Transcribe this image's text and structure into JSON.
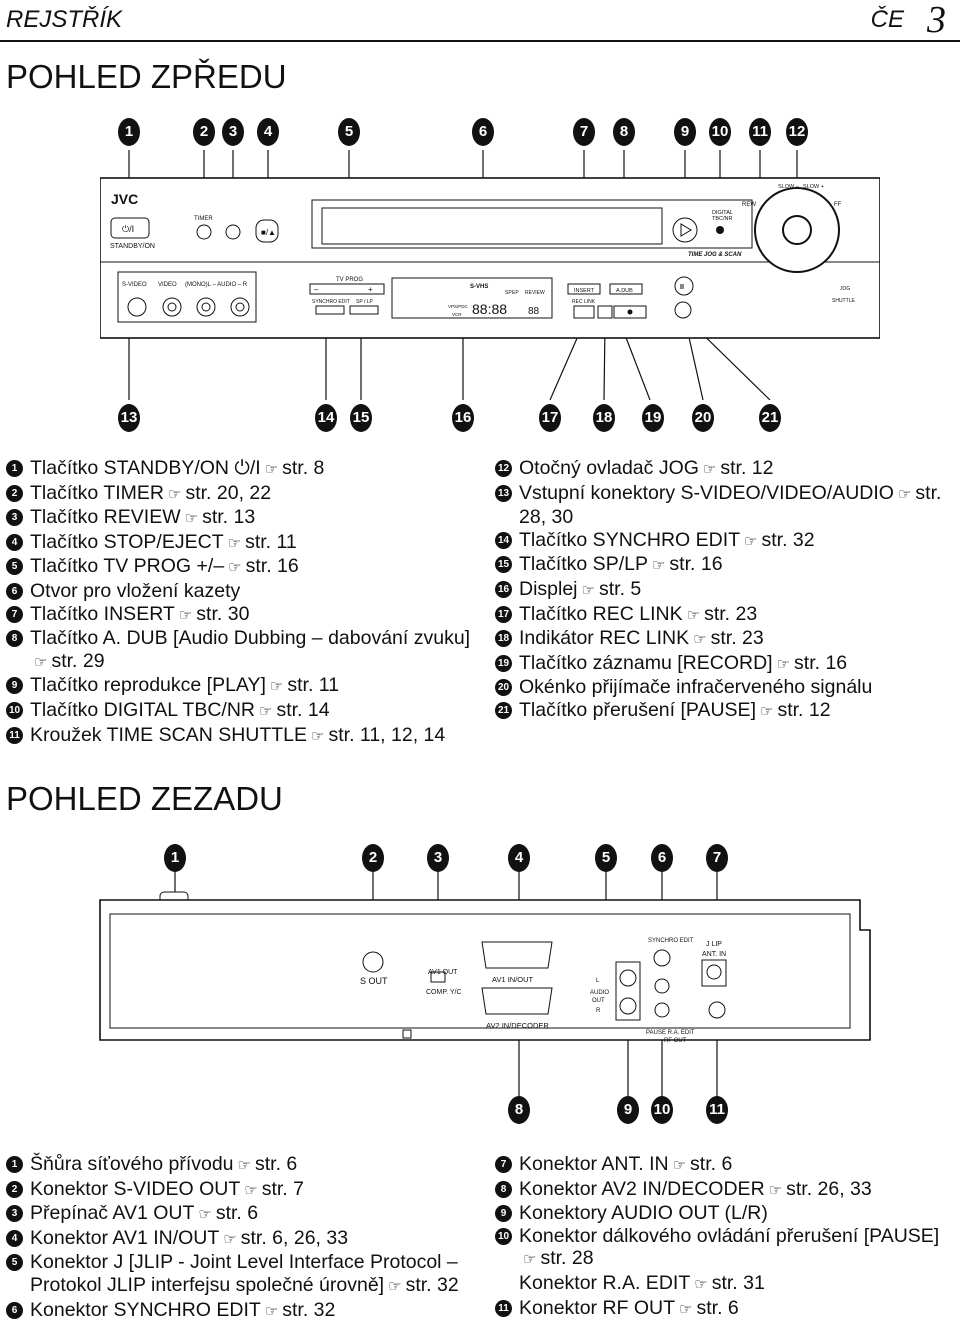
{
  "header": {
    "left": "REJSTŘÍK",
    "right": "ČE",
    "page": "3"
  },
  "front": {
    "title": "POHLED ZPŘEDU",
    "top_callouts": [
      "1",
      "2",
      "3",
      "4",
      "5",
      "6",
      "7",
      "8",
      "9",
      "10",
      "11",
      "12"
    ],
    "bottom_callouts": [
      "13",
      "14",
      "15",
      "16",
      "17",
      "18",
      "19",
      "20",
      "21"
    ],
    "panel": {
      "brand": "JVC",
      "standby_symbol": "⏻/I",
      "standby": "STANDBY/ON",
      "timer": "TIMER",
      "svideo": "S-VIDEO",
      "video": "VIDEO",
      "audio": "(MONO)L – AUDIO – R",
      "tvprog": "TV PROG",
      "minus": "–",
      "plus": "+",
      "synchro": "SYNCHRO EDIT",
      "splp": "SP / LP",
      "insert": "INSERT",
      "adub": "A.DUB",
      "reclink": "REC LINK",
      "digital1": "DIGITAL",
      "digital2": "TBC/NR",
      "rew": "REW",
      "slow_minus": "SLOW –",
      "slow_plus": "SLOW +",
      "ff": "FF",
      "timejog": "TIME JOG & SCAN",
      "jog": "JOG",
      "shuttle": "SHUTTLE",
      "svhs": "S-VHS",
      "sp": "SP",
      "ep": "EP",
      "review": "REVIEW",
      "vpspdc": "VPS/PDC",
      "vcr": "VCR",
      "digits": "88:88",
      "digits2": "88"
    },
    "items_left": [
      {
        "n": "1",
        "text": "Tlačítko STANDBY/ON ⏻/I",
        "ref": "str. 8"
      },
      {
        "n": "2",
        "text": "Tlačítko TIMER",
        "ref": "str. 20, 22"
      },
      {
        "n": "3",
        "text": "Tlačítko REVIEW",
        "ref": "str. 13"
      },
      {
        "n": "4",
        "text": "Tlačítko STOP/EJECT",
        "ref": "str. 11"
      },
      {
        "n": "5",
        "text": "Tlačítko TV PROG +/–",
        "ref": "str. 16"
      },
      {
        "n": "6",
        "text": "Otvor pro vložení kazety",
        "ref": ""
      },
      {
        "n": "7",
        "text": "Tlačítko INSERT",
        "ref": "str. 30"
      },
      {
        "n": "8",
        "text": "Tlačítko A. DUB [Audio Dubbing – dabování zvuku]",
        "ref": "str. 29"
      },
      {
        "n": "9",
        "text": "Tlačítko reprodukce [PLAY]",
        "ref": "str. 11"
      },
      {
        "n": "10",
        "text": "Tlačítko DIGITAL TBC/NR",
        "ref": "str. 14"
      },
      {
        "n": "11",
        "text": "Kroužek TIME SCAN SHUTTLE",
        "ref": "str. 11, 12, 14"
      }
    ],
    "items_right": [
      {
        "n": "12",
        "text": "Otočný ovladač JOG",
        "ref": "str. 12"
      },
      {
        "n": "13",
        "text": "Vstupní konektory S-VIDEO/VIDEO/AUDIO",
        "ref": "str. 28, 30"
      },
      {
        "n": "14",
        "text": "Tlačítko SYNCHRO EDIT",
        "ref": "str. 32"
      },
      {
        "n": "15",
        "text": "Tlačítko SP/LP",
        "ref": "str. 16"
      },
      {
        "n": "16",
        "text": "Displej",
        "ref": "str. 5"
      },
      {
        "n": "17",
        "text": "Tlačítko REC LINK",
        "ref": "str. 23"
      },
      {
        "n": "18",
        "text": "Indikátor REC LINK",
        "ref": "str. 23"
      },
      {
        "n": "19",
        "text": "Tlačítko záznamu [RECORD]",
        "ref": "str. 16"
      },
      {
        "n": "20",
        "text": "Okénko přijímače infračerveného signálu",
        "ref": ""
      },
      {
        "n": "21",
        "text": "Tlačítko přerušení [PAUSE]",
        "ref": "str. 12"
      }
    ]
  },
  "rear": {
    "title": "POHLED ZEZADU",
    "top_callouts": [
      "1",
      "2",
      "3",
      "4",
      "5",
      "6",
      "7"
    ],
    "bottom_callouts": [
      "8",
      "9",
      "10",
      "11"
    ],
    "panel": {
      "sout": "S OUT",
      "avout1": "AV1 OUT",
      "avout2": "COMP. Y/C",
      "av1": "AV1 IN/OUT",
      "av2": "AV2 IN/DECODER",
      "audio_l": "L",
      "audio": "AUDIO",
      "audio_out": "OUT",
      "audio_r": "R",
      "synchro": "SYNCHRO EDIT",
      "jlip": "J LIP",
      "antin": "ANT. IN",
      "pause_ra": "PAUSE R.A. EDIT",
      "rfout": "RF OUT"
    },
    "items_left": [
      {
        "n": "1",
        "text": "Šňůra síťového přívodu",
        "ref": "str. 6"
      },
      {
        "n": "2",
        "text": "Konektor S-VIDEO OUT",
        "ref": "str. 7"
      },
      {
        "n": "3",
        "text": "Přepínač AV1 OUT",
        "ref": "str. 6"
      },
      {
        "n": "4",
        "text": "Konektor AV1 IN/OUT",
        "ref": "str. 6, 26, 33"
      },
      {
        "n": "5",
        "text": "Konektor J [JLIP - Joint Level Interface Protocol – Protokol JLIP interfejsu společné úrovně]",
        "ref": "str. 32"
      },
      {
        "n": "6",
        "text": "Konektor SYNCHRO EDIT",
        "ref": "str. 32"
      }
    ],
    "items_right": [
      {
        "n": "7",
        "text": "Konektor ANT. IN",
        "ref": "str. 6"
      },
      {
        "n": "8",
        "text": "Konektor AV2 IN/DECODER",
        "ref": "str. 26, 33"
      },
      {
        "n": "9",
        "text": "Konektory AUDIO OUT (L/R)",
        "ref": ""
      },
      {
        "n": "10",
        "text": "Konektor dálkového ovládání přerušení [PAUSE]",
        "ref": "str. 28"
      },
      {
        "n": "",
        "text": "Konektor R.A. EDIT",
        "ref": "str. 31"
      },
      {
        "n": "11",
        "text": "Konektor RF OUT",
        "ref": "str. 6"
      }
    ]
  }
}
